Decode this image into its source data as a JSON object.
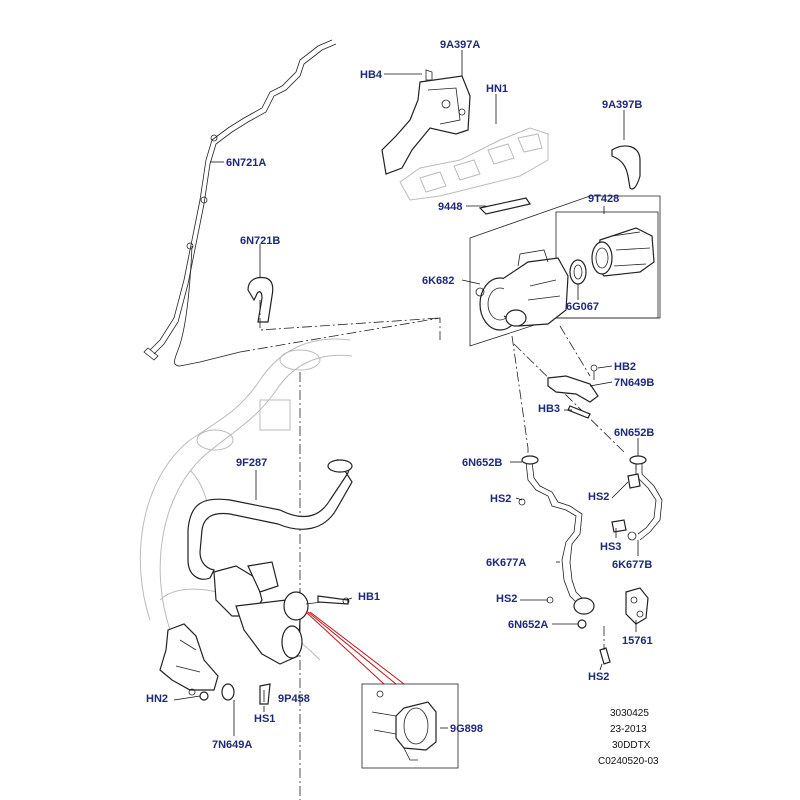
{
  "labels": {
    "p9A397A": "9A397A",
    "pHB4": "HB4",
    "pHN1": "HN1",
    "p9A397B": "9A397B",
    "p6N721A": "6N721A",
    "p9448": "9448",
    "p9T428": "9T428",
    "p6N721B": "6N721B",
    "p6K682": "6K682",
    "p6G067": "6G067",
    "pHB2a": "HB2",
    "p7N649B": "7N649B",
    "pHB3": "HB3",
    "p6N652Ba": "6N652B",
    "p6N652Bb": "6N652B",
    "p9F287": "9F287",
    "pHS2a": "HS2",
    "pHS2b": "HS2",
    "pHS3": "HS3",
    "p6K677A": "6K677A",
    "p6K677B": "6K677B",
    "pHB1": "HB1",
    "pHS2c": "HS2",
    "p6N652A": "6N652A",
    "p15761": "15761",
    "pHS2d": "HS2",
    "pHN2": "HN2",
    "p9P458": "9P458",
    "pHS1": "HS1",
    "p9G898": "9G898",
    "p7N649A": "7N649A"
  },
  "reference": {
    "line1": "3030425",
    "line2": "23-2013",
    "line3": "30DDTX",
    "line4": "C0240520-03"
  },
  "colors": {
    "label": "#1e2a78",
    "accent_leader": "#c0141c",
    "line": "#222222",
    "ghost": "#bbbbbb"
  }
}
